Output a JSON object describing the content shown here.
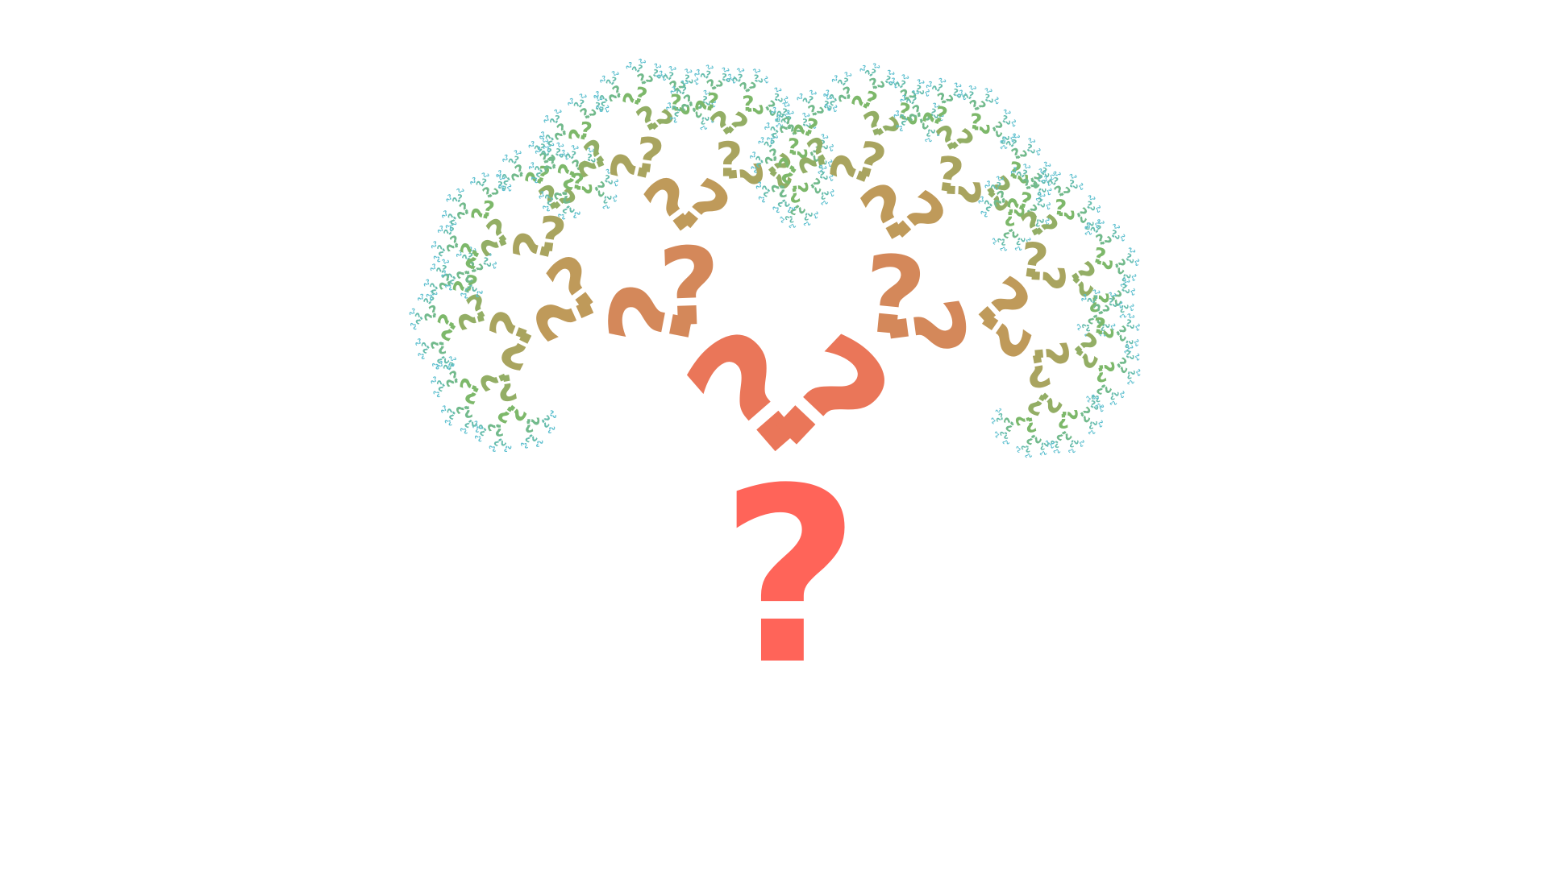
{
  "glyph": "?",
  "colors": {
    "background": "#ffffff",
    "trunk": "#ff6459",
    "mid": "#bf9a5a",
    "branch": "#7db86a",
    "leaf": "#5cbfcf"
  },
  "tree": {
    "depth": 9,
    "branch_count": 2,
    "branch_angles_deg": [
      -38,
      42
    ],
    "scale_factor": 0.68
  }
}
